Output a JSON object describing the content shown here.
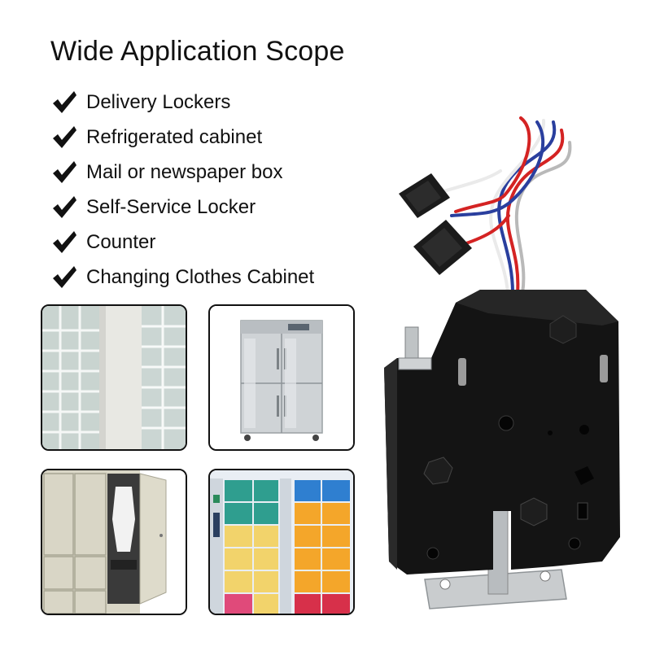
{
  "title": "Wide Application Scope",
  "features": [
    {
      "label": "Delivery Lockers"
    },
    {
      "label": "Refrigerated cabinet"
    },
    {
      "label": "Mail or newspaper box"
    },
    {
      "label": "Self-Service Locker"
    },
    {
      "label": "Counter"
    },
    {
      "label": "Changing Clothes Cabinet"
    }
  ],
  "colors": {
    "check": "#111111",
    "lock_body": "#141414",
    "wire_red": "#d42323",
    "wire_blue": "#2a3f9e",
    "wire_white": "#f0f0f0",
    "locker_teal": "#2f9e8f",
    "locker_orange": "#f4a62a",
    "locker_blue": "#2f7fd0"
  }
}
